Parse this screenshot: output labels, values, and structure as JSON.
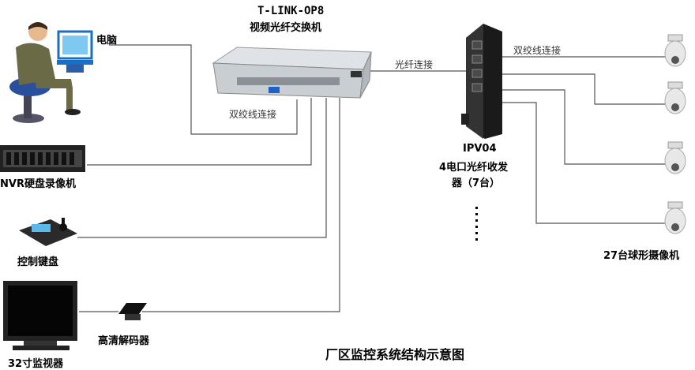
{
  "switch": {
    "model": "T-LINK-OP8",
    "name": "视频光纤交换机"
  },
  "labels": {
    "computer": "电脑",
    "nvr": "NVR硬盘录像机",
    "keyboard": "控制键盘",
    "decoder": "高清解码器",
    "monitor": "32寸监视器",
    "twisted_pair_left": "双绞线连接",
    "twisted_pair_right": "双绞线连接",
    "fiber": "光纤连接",
    "cameras": "27台球形摄像机"
  },
  "transceiver": {
    "model": "IPV04",
    "desc_line1": "4电口光纤收发",
    "desc_line2": "器（7台）"
  },
  "title": "厂区监控系统结构示意图",
  "colors": {
    "line": "#555555",
    "text": "#000000"
  }
}
